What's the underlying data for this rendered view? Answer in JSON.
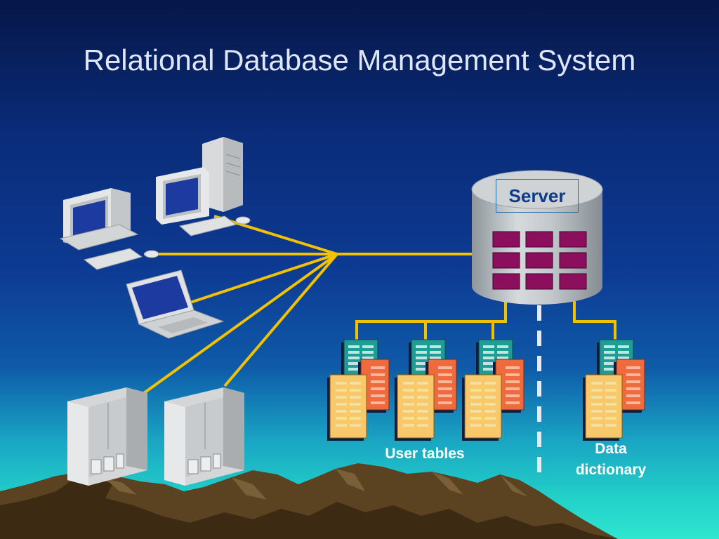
{
  "slide": {
    "title": "Relational Database Management System",
    "server_label": "Server",
    "user_tables_label": "User tables",
    "data_dictionary_label": "Data\ndictionary"
  },
  "colors": {
    "connection": "#f2c200",
    "matrix_cell": "#8c0f5e",
    "table_teal": "#1f9c95",
    "table_orange": "#ef6a3c",
    "table_yellow": "#f8c86a"
  }
}
